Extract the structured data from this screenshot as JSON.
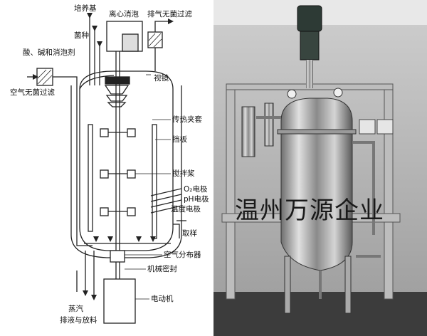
{
  "diagram": {
    "labels": {
      "culture_base": "培养基",
      "centrifugal_defoam": "离心消泡",
      "exhaust_filter": "排气无菌过滤",
      "inoculum": "菌种",
      "acid_base_antifoam": "酸、碱和消泡剂",
      "air_filter": "空气无菌过滤",
      "sight_glass": "视镜",
      "heat_jacket": "传热夹套",
      "baffle": "挡板",
      "impeller": "搅拌桨",
      "o2_electrode": "O₂电极",
      "ph_electrode": "pH电极",
      "temp_electrode": "温度电极",
      "sampling": "取样",
      "air_sparger": "空气分布器",
      "mech_seal": "机械密封",
      "motor": "电动机",
      "steam": "蒸汽",
      "drain_discharge": "排液与放料"
    }
  },
  "photo": {
    "watermark": "温州万源企业"
  }
}
